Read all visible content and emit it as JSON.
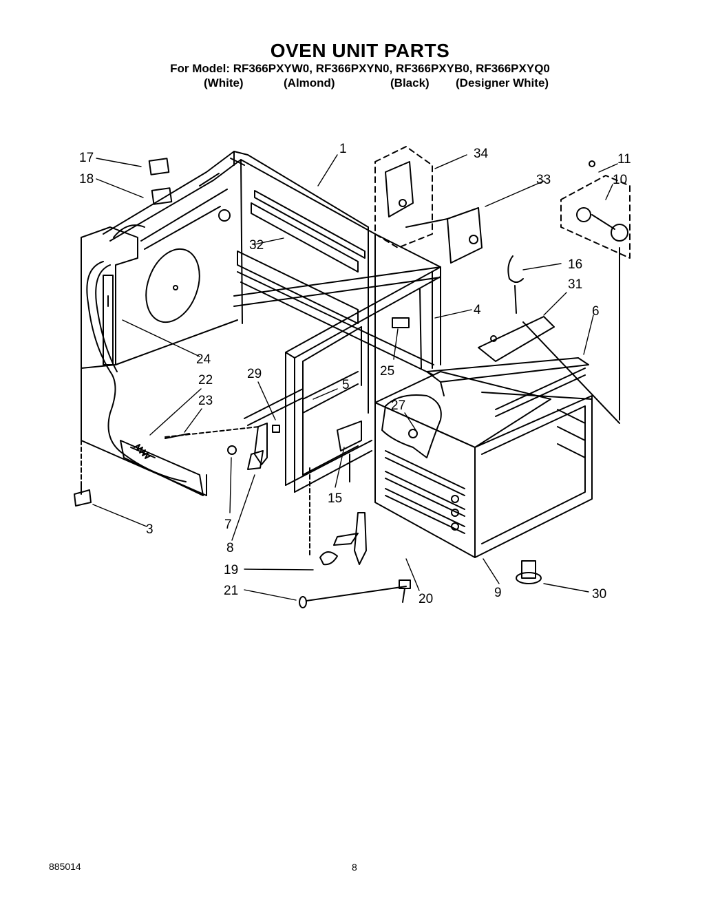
{
  "header": {
    "title": "OVEN UNIT PARTS",
    "models": "For Model: RF366PXYW0, RF366PXYN0, RF366PXYB0, RF366PXYQ0",
    "colors": [
      "(White)",
      "(Almond)",
      "(Black)",
      "(Designer White)"
    ]
  },
  "callouts": [
    "1",
    "3",
    "4",
    "5",
    "6",
    "7",
    "8",
    "9",
    "10",
    "11",
    "15",
    "16",
    "17",
    "18",
    "19",
    "20",
    "21",
    "22",
    "23",
    "24",
    "25",
    "27",
    "29",
    "30",
    "31",
    "32",
    "33",
    "34"
  ],
  "footer": {
    "doc_number": "885014",
    "page_number": "8"
  }
}
